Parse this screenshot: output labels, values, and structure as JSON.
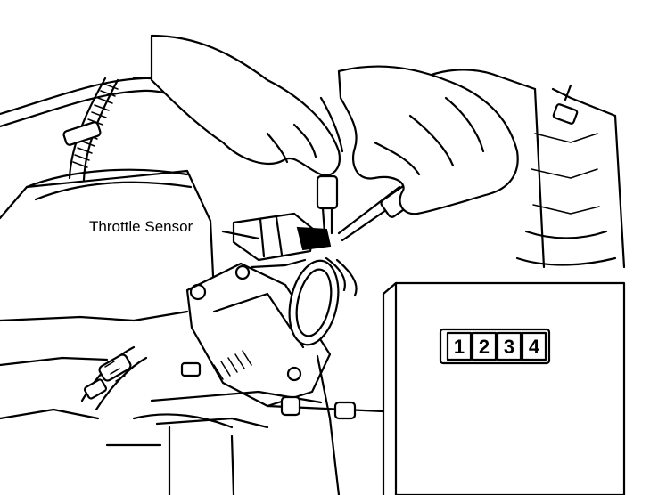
{
  "callout": {
    "label": "Throttle Sensor"
  },
  "connector": {
    "pins": [
      "1",
      "2",
      "3",
      "4"
    ]
  },
  "colors": {
    "ink": "#000000",
    "paper": "#ffffff"
  }
}
